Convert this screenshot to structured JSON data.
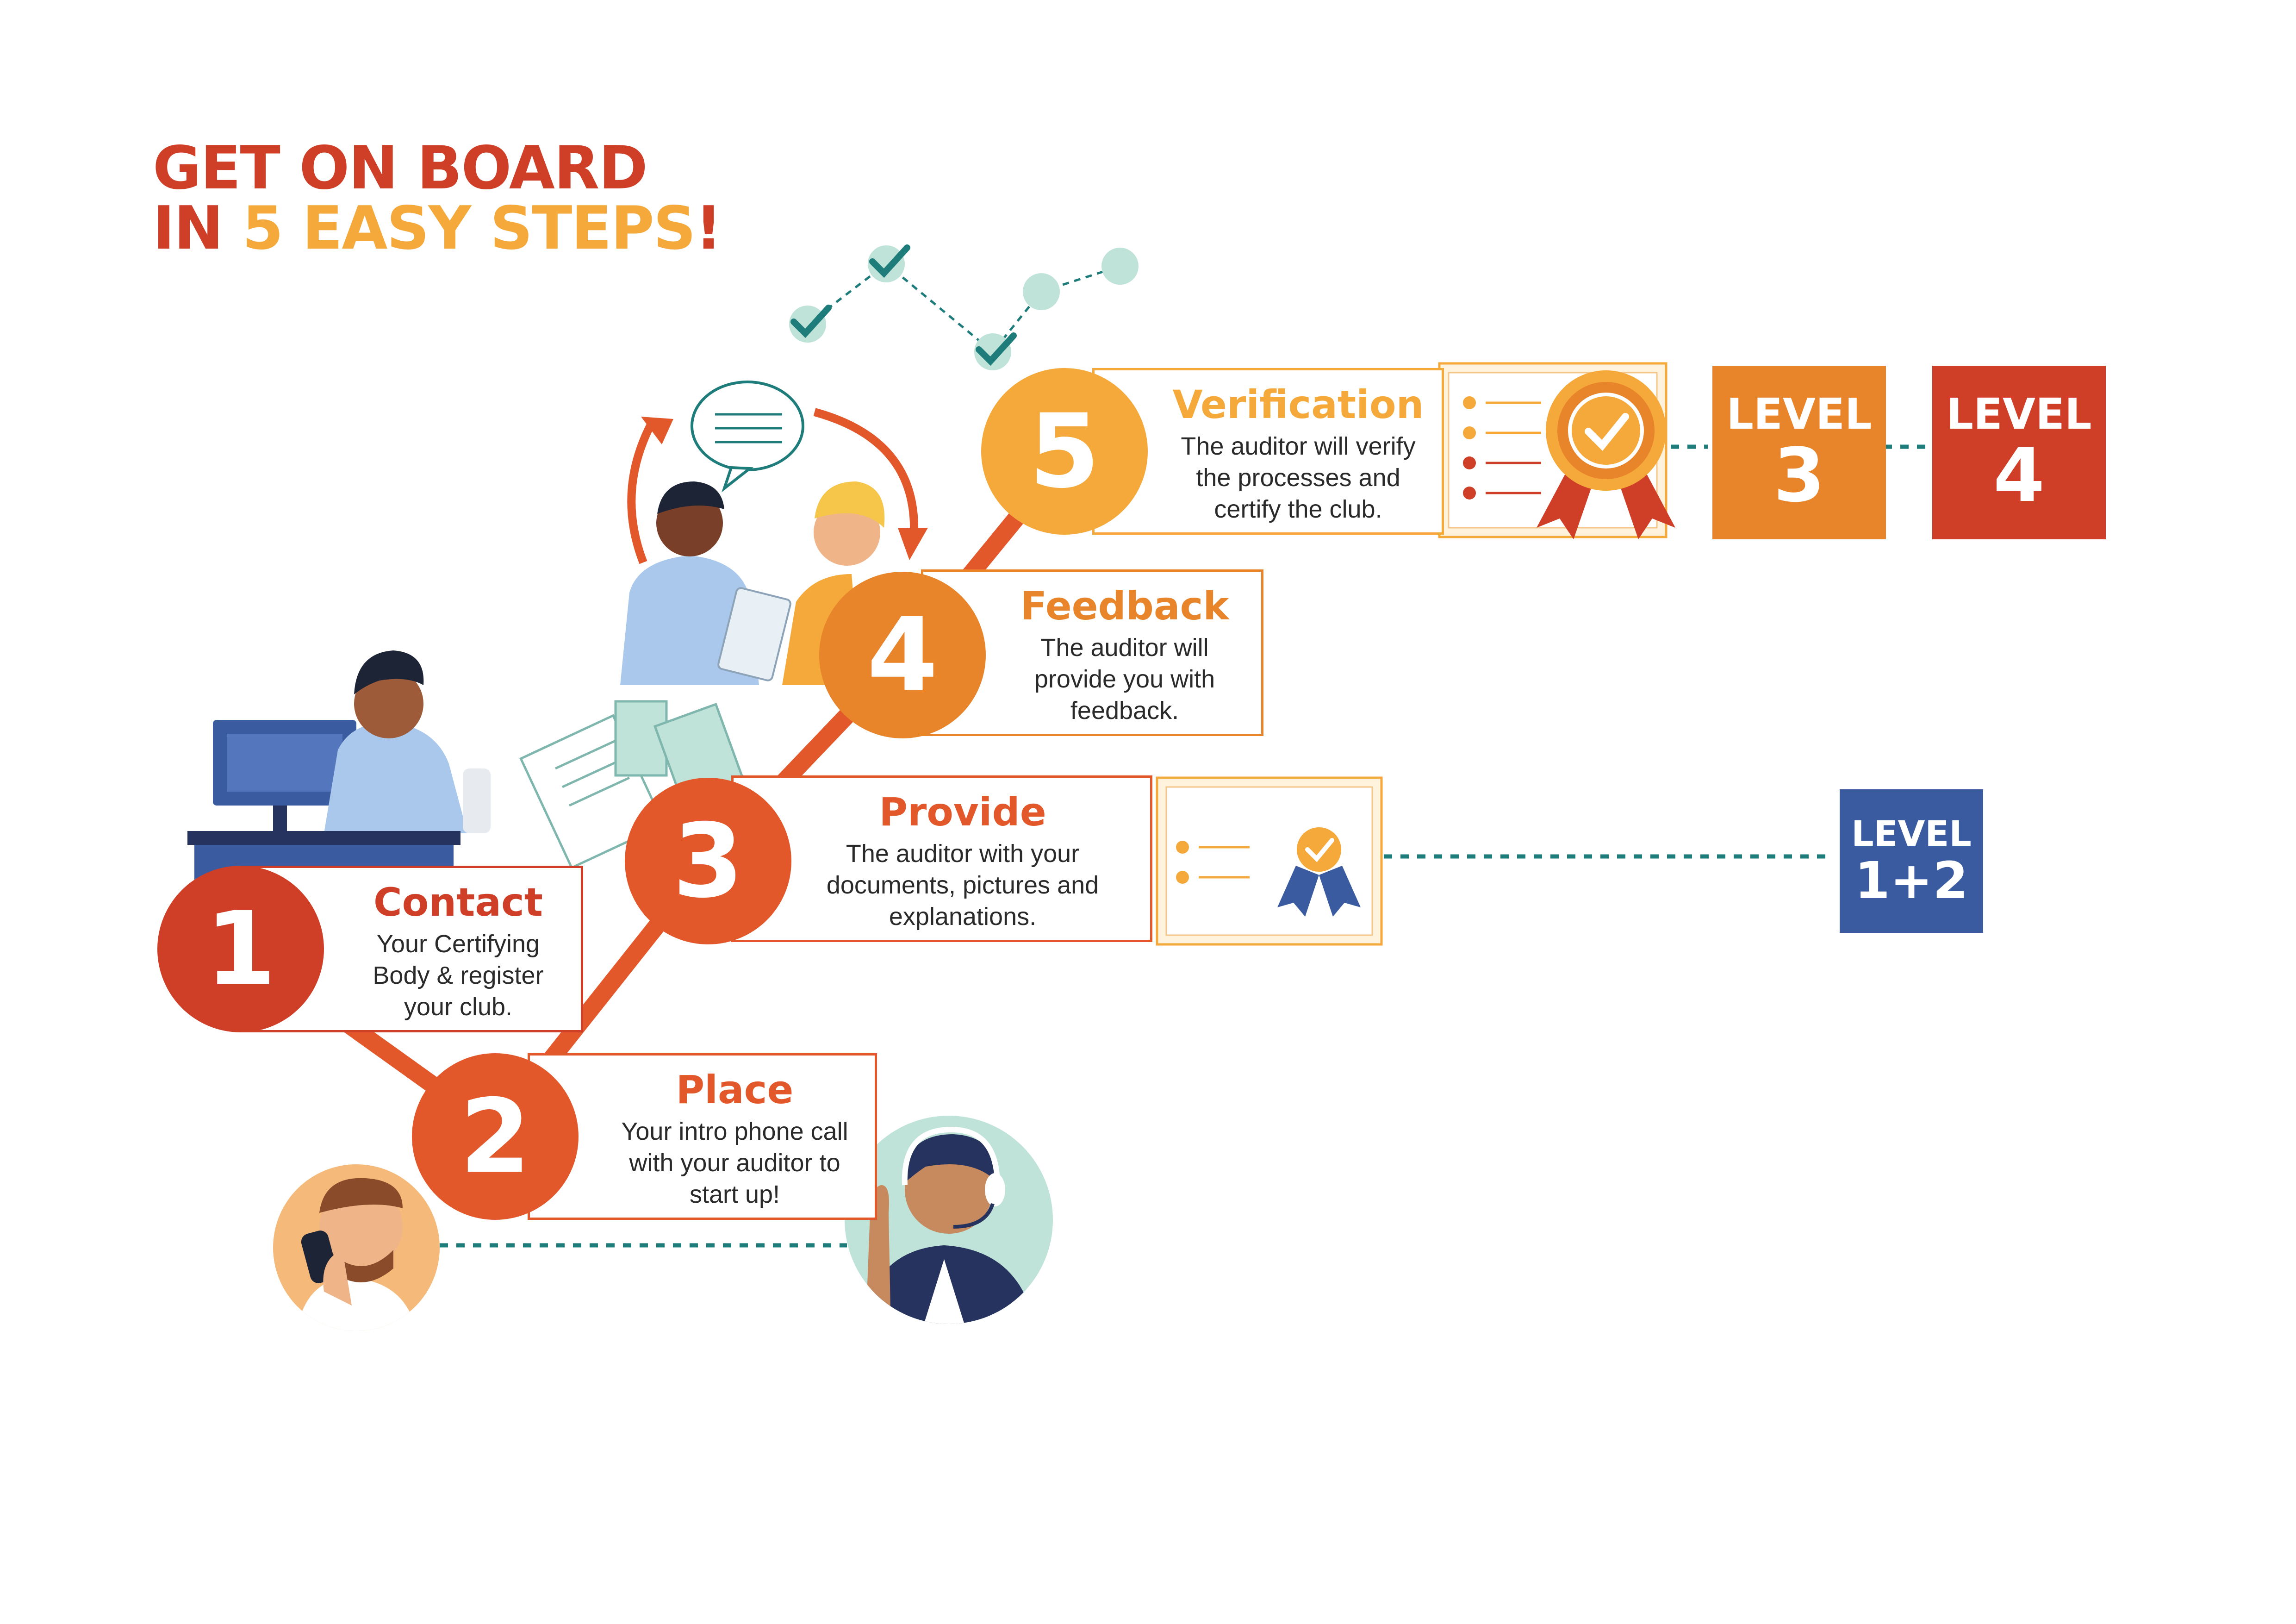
{
  "title": {
    "line1": "GET ON BOARD",
    "line2_prefix": "IN ",
    "line2_highlight": "5 EASY STEPS",
    "line2_suffix": "!"
  },
  "colors": {
    "red": "#CF3E27",
    "red_orange": "#E2582A",
    "orange": "#E8842A",
    "yellow_orange": "#F5A93A",
    "navy": "#3B5BA0",
    "teal": "#1E7D7A",
    "mint": "#BFE3D8"
  },
  "steps": [
    {
      "number": "1",
      "heading": "Contact",
      "body": "Your Certifying\nBody & register\nyour club."
    },
    {
      "number": "2",
      "heading": "Place",
      "body": "Your intro phone call\nwith your auditor to\nstart up!"
    },
    {
      "number": "3",
      "heading": "Provide",
      "body": "The auditor with your\ndocuments, pictures and\nexplanations."
    },
    {
      "number": "4",
      "heading": "Feedback",
      "body": "The auditor will\nprovide you with\nfeedback."
    },
    {
      "number": "5",
      "heading": "Verification",
      "body": "The auditor will verify\nthe processes and\ncertify the club."
    }
  ],
  "levels": [
    {
      "word": "LEVEL",
      "number": "1+2",
      "color": "#3B5BA0"
    },
    {
      "word": "LEVEL",
      "number": "3",
      "color": "#E8842A"
    },
    {
      "word": "LEVEL",
      "number": "4",
      "color": "#CF3E27"
    }
  ],
  "icons": {
    "computer_worker": "person-at-computer-illustration",
    "meeting": "two-people-conversation-illustration",
    "documents": "documents-icon",
    "caller": "person-on-phone-illustration",
    "auditor": "headset-agent-illustration",
    "certificate_small": "certificate-ribbon-icon",
    "certificate_large": "certificate-seal-icon",
    "progress_checks": "checkmark-progress-icon"
  }
}
